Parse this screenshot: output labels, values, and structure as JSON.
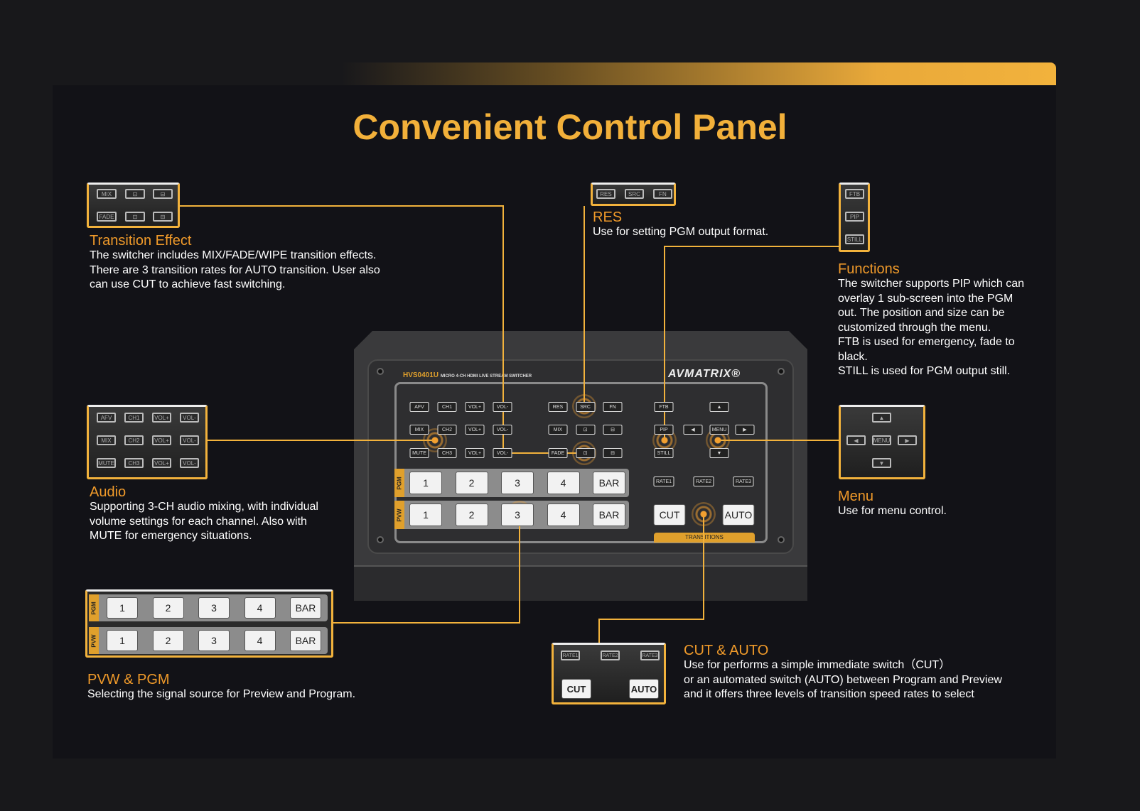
{
  "title": "Convenient Control Panel",
  "colors": {
    "accent": "#f2b23c",
    "subtitle": "#f09a2a"
  },
  "device": {
    "model": "HVS0401U",
    "model_desc": "MICRO 4-CH HDMI LIVE STREAM SWITCHER",
    "brand": "AVMATRIX®",
    "transitions_label": "TRANSITIONS",
    "audio_rows": [
      [
        "AFV",
        "CH1",
        "VOL+",
        "VOL-"
      ],
      [
        "MIX",
        "CH2",
        "VOL+",
        "VOL-"
      ],
      [
        "MUTE",
        "CH3",
        "VOL+",
        "VOL-"
      ]
    ],
    "effect_rows": [
      [
        "RES",
        "SRC",
        "FN"
      ],
      [
        "MIX",
        "⊡",
        "⊟"
      ],
      [
        "FADE",
        "⊡",
        "⊟"
      ]
    ],
    "func_buttons": [
      "FTB",
      "PIP",
      "STILL"
    ],
    "menu_buttons": {
      "up": "▲",
      "left": "◀",
      "menu": "MENU",
      "right": "▶",
      "down": "▼"
    },
    "pgm_label": "PGM",
    "pvw_label": "PVW",
    "keys": [
      "1",
      "2",
      "3",
      "4",
      "BAR"
    ],
    "rates": [
      "RATE1",
      "RATE2",
      "RATE3"
    ],
    "cut": "CUT",
    "auto": "AUTO"
  },
  "callouts": {
    "transition": {
      "title": "Transition Effect",
      "lines": [
        "The switcher includes MIX/FADE/WIPE transition effects.",
        "There are 3 transition rates for AUTO transition. User also",
        "can use CUT to achieve fast switching."
      ],
      "buttons": [
        "MIX",
        "⊡",
        "⊟",
        "FADE",
        "⊡",
        "⊟"
      ]
    },
    "res": {
      "title": "RES",
      "lines": [
        "Use for setting PGM output format."
      ],
      "buttons": [
        "RES",
        "SRC",
        "FN"
      ]
    },
    "functions": {
      "title": "Functions",
      "lines": [
        "The switcher supports PIP which can",
        "overlay 1 sub-screen into the PGM",
        "out. The position and size can be",
        "customized through the menu.",
        "FTB is used for emergency, fade to",
        "black.",
        "STILL is used for PGM output still."
      ],
      "buttons": [
        "FTB",
        "PIP",
        "STILL"
      ]
    },
    "audio": {
      "title": "Audio",
      "lines": [
        "Supporting 3-CH audio mixing, with individual",
        "volume settings for each channel. Also with",
        "MUTE for emergency situations."
      ],
      "buttons": [
        "AFV",
        "CH1",
        "VOL+",
        "VOL-",
        "MIX",
        "CH2",
        "VOL+",
        "VOL-",
        "MUTE",
        "CH3",
        "VOL+",
        "VOL-"
      ]
    },
    "menu": {
      "title": "Menu",
      "lines": [
        "Use for menu control."
      ],
      "buttons": [
        "▲",
        "◀",
        "MENU",
        "▶",
        "▼"
      ]
    },
    "pvw_pgm": {
      "title": "PVW & PGM",
      "lines": [
        "Selecting the signal source for Preview and Program."
      ],
      "pgm": "PGM",
      "pvw": "PVW",
      "keys": [
        "1",
        "2",
        "3",
        "4",
        "BAR"
      ]
    },
    "cut_auto": {
      "title": "CUT & AUTO",
      "lines": [
        "Use for performs a simple immediate switch（CUT）",
        "or an automated switch (AUTO) between Program and Preview",
        "and it offers three levels of transition speed rates to select"
      ],
      "rates": [
        "RATE1",
        "RATE2",
        "RATE3"
      ],
      "cut": "CUT",
      "auto": "AUTO"
    }
  }
}
